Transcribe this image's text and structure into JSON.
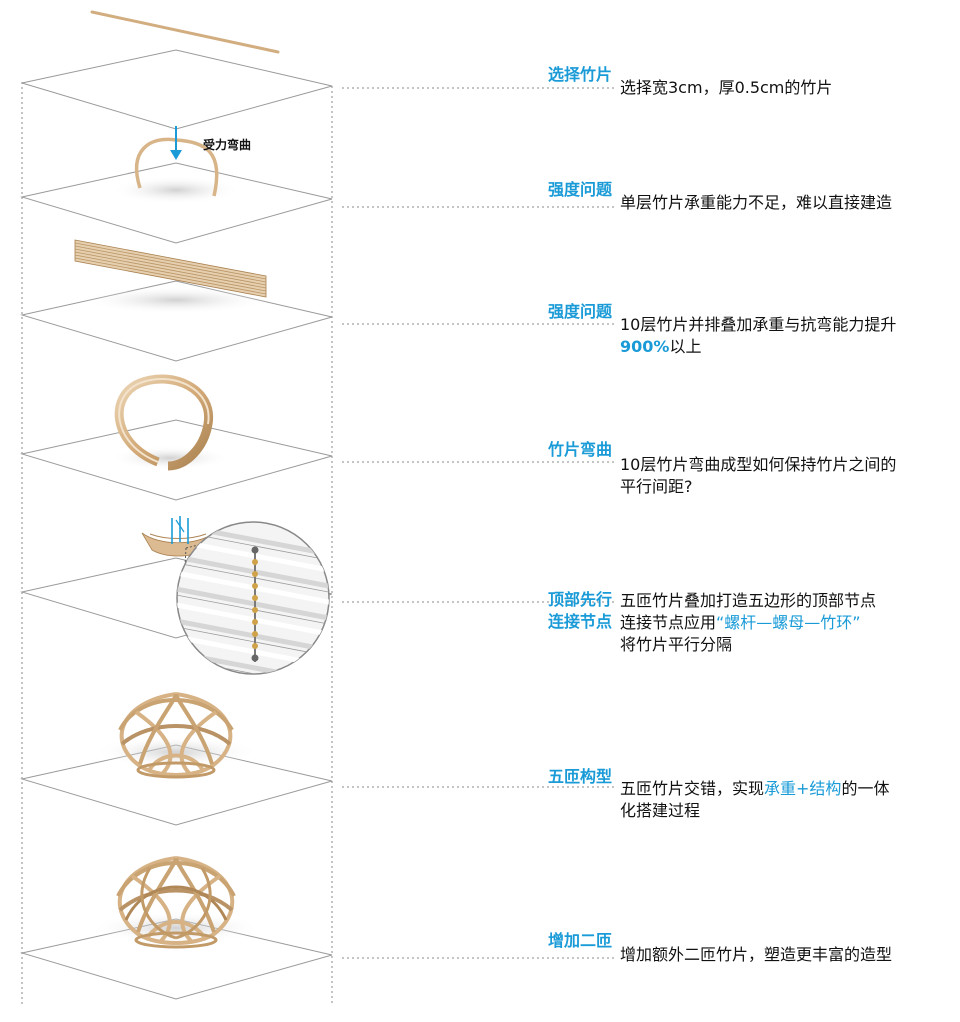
{
  "annotation": {
    "force_label": "受力弯曲"
  },
  "steps": [
    {
      "tag": [
        "选择竹片"
      ],
      "text": [
        "选择宽3cm，厚0.5cm的竹片"
      ]
    },
    {
      "tag": [
        "强度问题"
      ],
      "text": [
        "单层竹片承重能力不足，难以直接建造"
      ]
    },
    {
      "tag": [
        "强度问题"
      ],
      "text_prefix": "10层竹片并排叠加承重与抗弯能力提升",
      "text_highlight": "900%",
      "text_suffix": "以上"
    },
    {
      "tag": [
        "竹片弯曲"
      ],
      "text": [
        "10层竹片弯曲成型如何保持竹片之间的",
        "平行间距?"
      ]
    },
    {
      "tag": [
        "顶部先行",
        "连接节点"
      ],
      "text_line1": "五匝竹片叠加打造五边形的顶部节点",
      "text_line2_prefix": "连接节点应用",
      "text_line2_highlight": "“螺杆—螺母—竹环”",
      "text_line3": "将竹片平行分隔"
    },
    {
      "tag": [
        "五匝构型"
      ],
      "text_prefix": "五匝竹片交错，实现",
      "text_highlight": "承重+结构",
      "text_suffix": "的一体",
      "text_line2": "化搭建过程"
    },
    {
      "tag": [
        "增加二匝"
      ],
      "text": [
        "增加额外二匝竹片，塑造更丰富的造型"
      ]
    }
  ],
  "colors": {
    "accent": "#1a9bd7",
    "bamboo": "#d8b489",
    "bamboo_dark": "#b08858",
    "plane_edge": "#9a9a9a"
  }
}
